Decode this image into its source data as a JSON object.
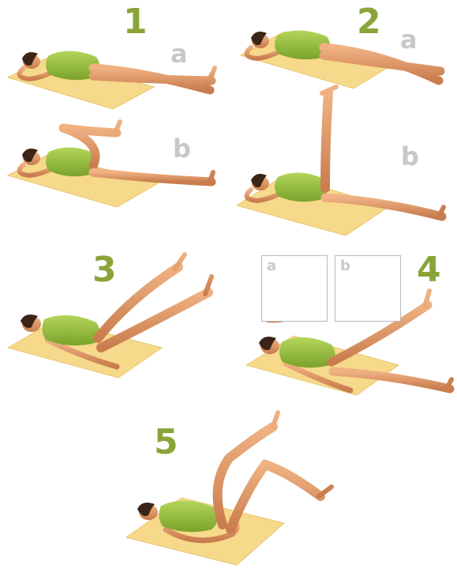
{
  "colors": {
    "number": "#8aa43a",
    "letter": "#c8c8c8",
    "mat": "#f6d98a",
    "mat_edge": "#e9c66d",
    "skin": "#e7a06d",
    "skin_shade": "#c97c4d",
    "suit": "#9cc43f",
    "suit_shade": "#7aa22a",
    "hair": "#3b2418",
    "inset_border": "#b8b8b8"
  },
  "exercises": [
    {
      "number": "1",
      "steps": [
        "a",
        "b"
      ]
    },
    {
      "number": "2",
      "steps": [
        "a",
        "b"
      ]
    },
    {
      "number": "3"
    },
    {
      "number": "4",
      "insets": [
        "a",
        "b"
      ]
    },
    {
      "number": "5"
    }
  ]
}
